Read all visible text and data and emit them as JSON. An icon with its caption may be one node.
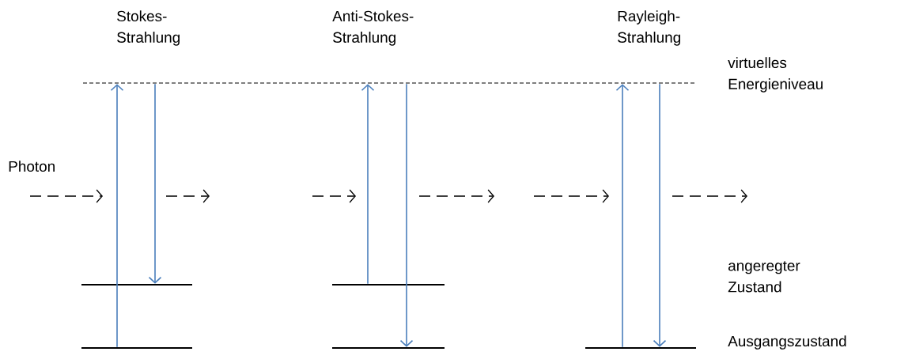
{
  "diagram": {
    "nodes": [
      {
        "text": [],
        "shape": "bar",
        "beside": [
          "virtuelles Energieniveau"
        ]
      },
      {
        "text": [],
        "shape": "bar"
      },
      {
        "text": [],
        "shape": "bar"
      },
      {
        "text": [],
        "shape": "bar"
      },
      {
        "text": [],
        "shape": "bar"
      },
      {
        "text": [],
        "shape": "bar",
        "beside": [
          "Ausgangszustand"
        ]
      }
    ],
    "edges": [
      {
        "from": 2,
        "to": 0,
        "arrow": "to"
      },
      {
        "from": 0,
        "to": 1,
        "arrow": "to"
      },
      {
        "from": 3,
        "to": 0,
        "arrow": "to"
      },
      {
        "from": 0,
        "to": 4,
        "arrow": "to"
      },
      {
        "from": 5,
        "to": 0,
        "arrow": "to"
      },
      {
        "from": 0,
        "to": 5,
        "arrow": "to"
      }
    ],
    "labels": [
      "Stokes-Strahlung",
      "Anti-Stokes-Strahlung",
      "Rayleigh-Strahlung",
      "Photon",
      "angeregter Zustand"
    ]
  }
}
